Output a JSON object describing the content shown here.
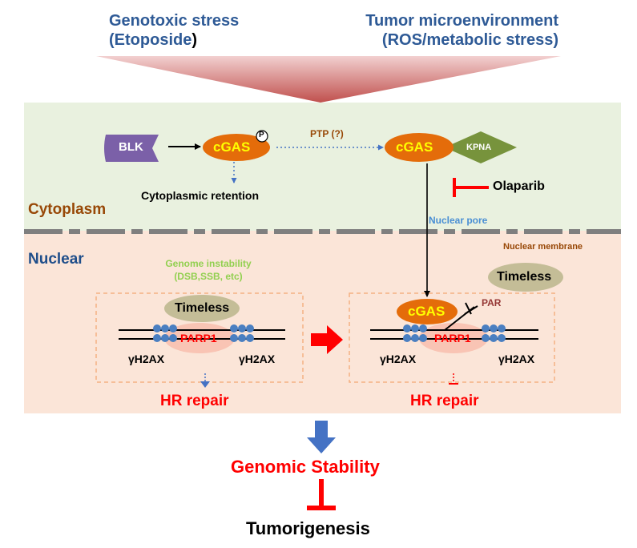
{
  "stress": {
    "genotoxic_line1": "Genotoxic stress",
    "genotoxic_open": "(",
    "genotoxic_drug": "Etoposide",
    "genotoxic_close": ")",
    "tumor_line1": "Tumor microenvironment",
    "tumor_line2": "(ROS/metabolic stress)"
  },
  "compartments": {
    "cytoplasm": "Cytoplasm",
    "nuclear": "Nuclear",
    "nuclear_membrane": "Nuclear membrane",
    "nuclear_pore": "Nuclear pore"
  },
  "nodes": {
    "blk": "BLK",
    "cgas": "cGAS",
    "phospho": "P",
    "ptp": "PTP (?)",
    "kpna": "KPNA",
    "olaparib": "Olaparib",
    "cytoplasmic_retention": "Cytoplasmic retention",
    "genome_instability_1": "Genome instability",
    "genome_instability_2": "(DSB,SSB, etc)",
    "timeless": "Timeless",
    "parp1": "PARP1",
    "h2ax": "γH2AX",
    "par": "PAR",
    "hr_repair": "HR repair"
  },
  "outcome": {
    "genomic_stability": "Genomic Stability",
    "tumorigenesis": "Tumorigenesis"
  },
  "colors": {
    "cytoplasm_bg": "#e9f1df",
    "nucleus_bg": "#fbe5d8",
    "cgas_orange": "#e46c0a",
    "cgas_text": "#ffff00",
    "blk_purple": "#7b60a8",
    "kpna_green": "#77933c",
    "timeless_tan": "#c4bd97",
    "parp_pink": "#f9c4b4",
    "histone_blue": "#4a7fc1",
    "red": "#ff0000",
    "arrow_blue": "#4472c4",
    "title_blue": "#2e5a96",
    "cytoplasm_brown": "#984807",
    "genome_green": "#92d050",
    "par_red": "#953735"
  }
}
